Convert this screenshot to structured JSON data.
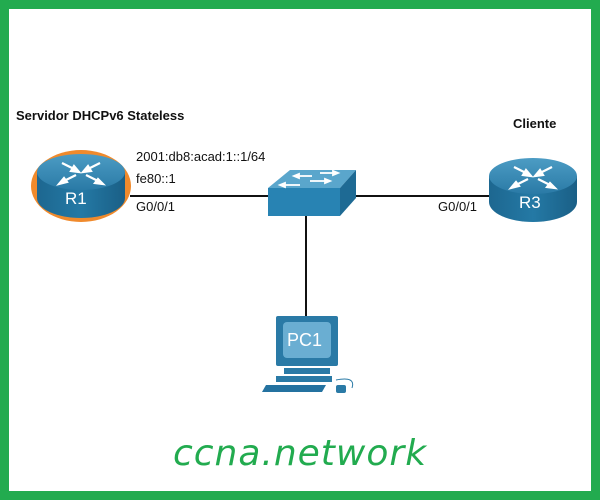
{
  "title_left": "Servidor DHCPv6 Stateless",
  "title_right": "Cliente",
  "devices": {
    "r1": {
      "label": "R1",
      "role": "router",
      "highlighted": true
    },
    "r3": {
      "label": "R3",
      "role": "router"
    },
    "switch": {
      "role": "switch"
    },
    "pc1": {
      "label": "PC1",
      "role": "pc"
    }
  },
  "r1_labels": {
    "ipv6_global": "2001:db8:acad:1::1/64",
    "ipv6_link_local": "fe80::1",
    "interface": "G0/0/1"
  },
  "r3_labels": {
    "interface": "G0/0/1"
  },
  "brand": "ccna.network",
  "colors": {
    "border": "#22ab4f",
    "device": "#1f6f98",
    "device_top": "#3d8fb8",
    "highlight": "#f08a2c",
    "link": "#111111"
  }
}
